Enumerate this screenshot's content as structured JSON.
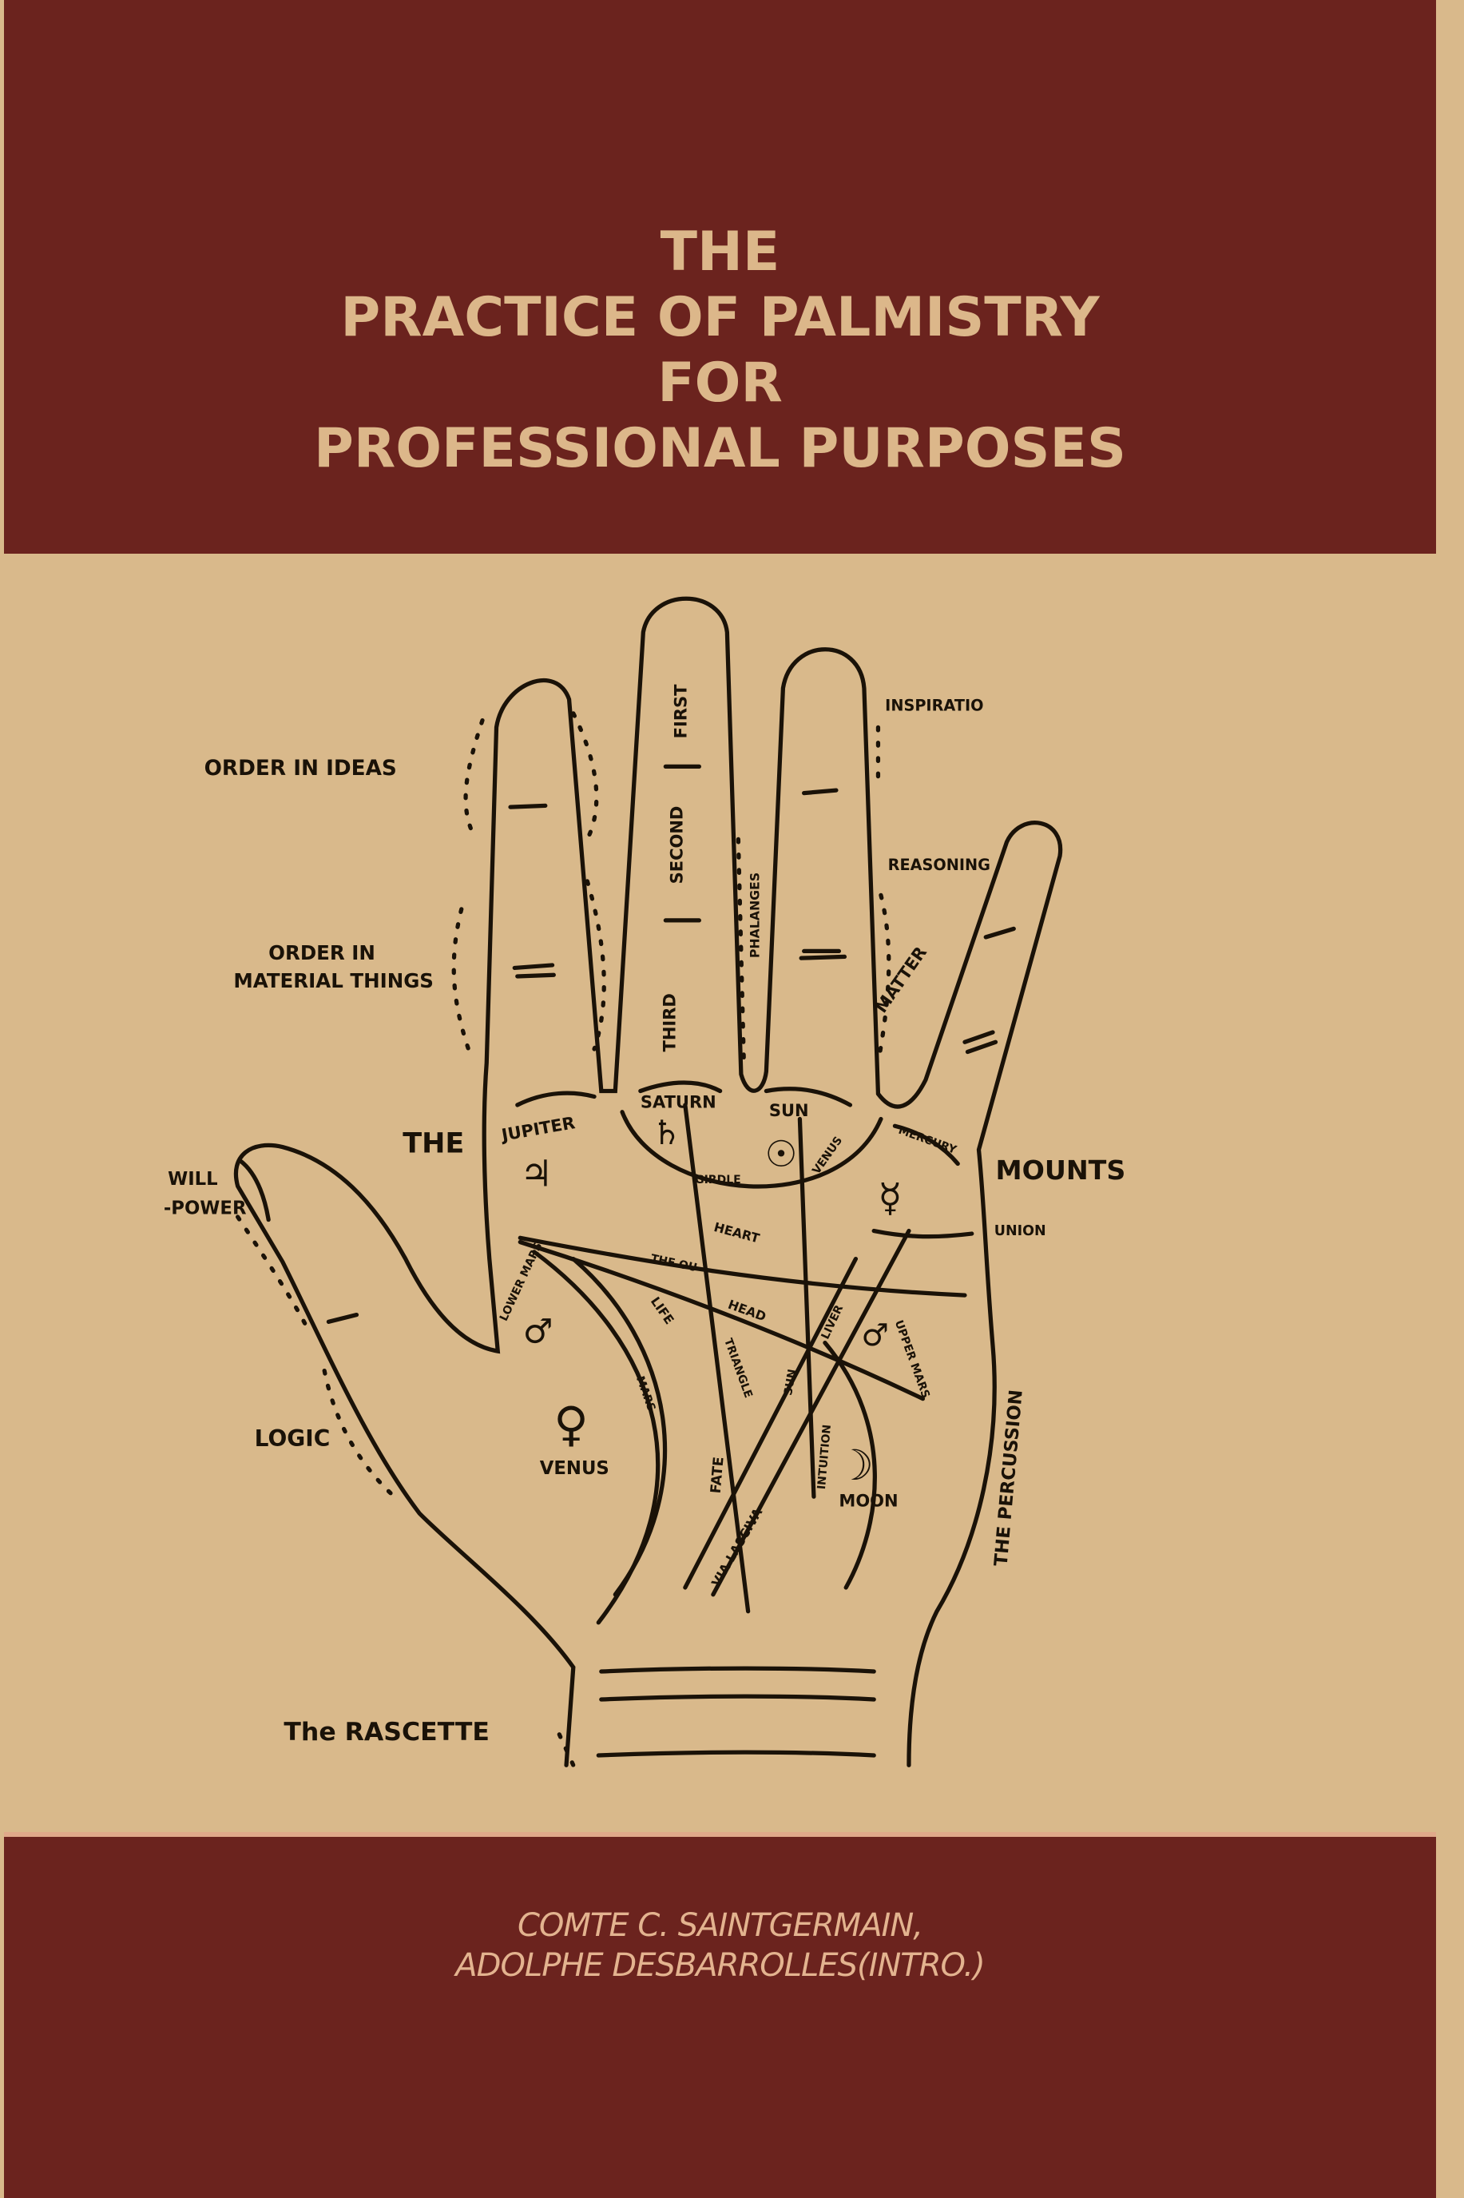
{
  "cover": {
    "title_lines": [
      "THE",
      "PRACTICE OF PALMISTRY",
      "FOR",
      "PROFESSIONAL PURPOSES"
    ],
    "authors": [
      "COMTE C. SAINTGERMAIN,",
      "ADOLPHE DESBARROLLES(INTRO.)"
    ],
    "colors": {
      "band": "#6b231e",
      "background": "#d9b98b",
      "title_text": "#dcb78a",
      "ink": "#1a1208"
    }
  },
  "illustration": {
    "labels": {
      "order_ideas": "ORDER IN IDEAS",
      "order_material_1": "ORDER IN",
      "order_material_2": "MATERIAL THINGS",
      "the": "THE",
      "mounts": "MOUNTS",
      "will_1": "WILL",
      "will_2": "-POWER",
      "logic": "LOGIC",
      "rascette": "The RASCETTE",
      "inspiration": "INSPIRATIO",
      "reasoning": "REASONING",
      "union": "UNION",
      "percussion": "THE PERCUSSION",
      "first": "FIRST",
      "second": "SECOND",
      "third": "THIRD",
      "phalanges": "PHALANGES",
      "matter": "MATTER",
      "jupiter": "JUPITER",
      "saturn": "SATURN",
      "sun": "SUN",
      "venus_girdle": "VENUS",
      "girdle": "GIRDLE",
      "mercury": "MERCURY",
      "heart": "HEART",
      "the_ou": "THE OU",
      "head": "HEAD",
      "life": "LIFE",
      "lower_mars": "LOWER MARS",
      "upper_mars": "UPPER MARS",
      "venus": "VENUS",
      "moon": "MOON",
      "fate": "FATE",
      "triangle": "TRIANGLE",
      "sun_line": "SUN",
      "liver": "LIVER",
      "intuition": "INTUITION",
      "via_lasciva": "VIA LASCIVA",
      "mars": "MARS"
    },
    "symbols": {
      "jupiter": "♃",
      "saturn": "♄",
      "sun": "☉",
      "mercury": "☿",
      "mars": "♂",
      "venus": "♀",
      "moon": "☽"
    }
  }
}
